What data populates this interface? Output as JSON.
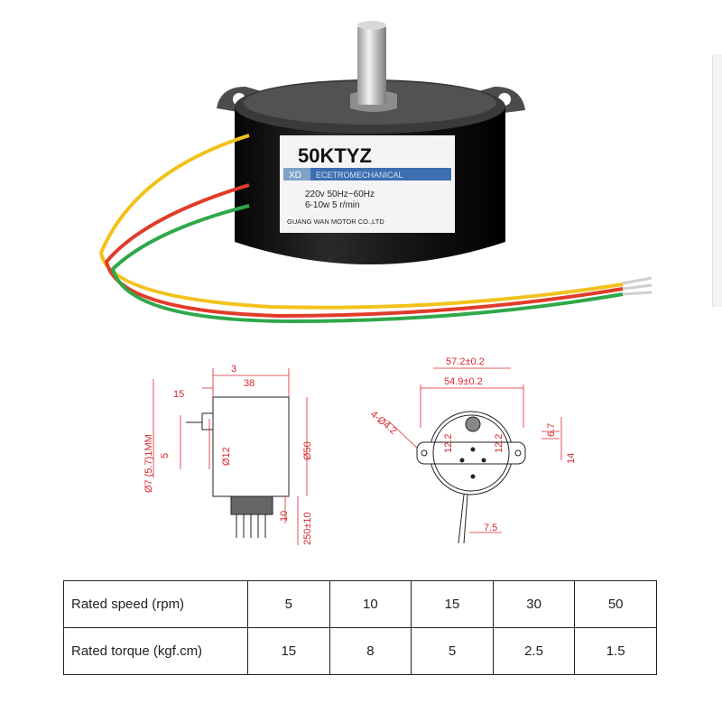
{
  "motor": {
    "model": "50KTYZ",
    "brand": "XD",
    "series": "ECETROMECHANICAL",
    "spec_line1": "220v   50Hz~60Hz",
    "spec_line2": "6-10w    5 r/min",
    "maker": "GUANG WAN MOTOR CO.,LTD",
    "wire_colors": [
      "#f2c21b",
      "#e23b2a",
      "#2fa84a"
    ]
  },
  "side_view": {
    "dim_3": "3",
    "dim_38": "38",
    "dim_15": "15",
    "dim_shaft": "Ø7 (5.7)1MM",
    "dim_5": "5",
    "dim_12": "Ø12",
    "dim_50": "Ø50",
    "dim_10": "10",
    "dim_250": "250±10"
  },
  "front_view": {
    "dim_572": "57.2±0.2",
    "dim_549": "54.9±0.2",
    "dim_holes": "4-Ø4.2",
    "dim_12a": "12.2",
    "dim_12b": "12.2",
    "dim_67": "6.7",
    "dim_14": "14",
    "dim_75": "7.5"
  },
  "table": {
    "rows": [
      {
        "label": "Rated speed (rpm)",
        "values": [
          "5",
          "10",
          "15",
          "30",
          "50"
        ]
      },
      {
        "label": "Rated torque (kgf.cm)",
        "values": [
          "15",
          "8",
          "5",
          "2.5",
          "1.5"
        ]
      }
    ]
  }
}
